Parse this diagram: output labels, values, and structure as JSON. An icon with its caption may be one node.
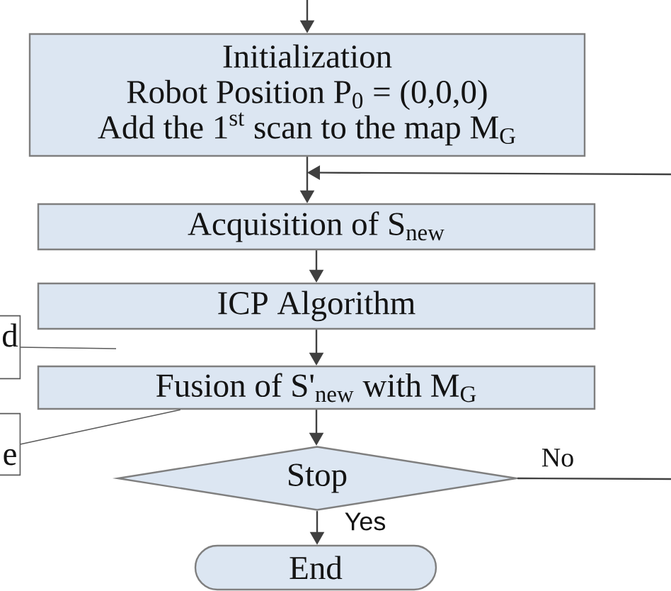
{
  "diagram": {
    "nodes": [
      {
        "text": [
          "Initialization",
          "Robot Position P$_{0}$ = (0,0,0)",
          "Add the 1$^{st}$ scan to the map M$_{G}$"
        ]
      },
      {
        "text": [
          "Acquisition of S$_{new}$"
        ]
      },
      {
        "text": [
          "ICP Algorithm"
        ]
      },
      {
        "text": [
          "d"
        ]
      },
      {
        "text": [
          "Fusion of S'$_{new}$ with M$_{G}$"
        ]
      },
      {
        "text": [
          "e"
        ]
      },
      {
        "text": [
          "Stop"
        ]
      },
      {
        "text": [
          "End"
        ]
      }
    ],
    "edges": [
      {
        "from": null,
        "to": 0,
        "arrow": "to"
      },
      {
        "from": 0,
        "to": 1,
        "arrow": "to"
      },
      {
        "from": null,
        "to": 1,
        "arrow": "to"
      },
      {
        "from": 1,
        "to": 2,
        "arrow": "to"
      },
      {
        "from": 2,
        "to": 4,
        "arrow": "to"
      },
      {
        "from": 4,
        "to": 6,
        "arrow": "to"
      },
      {
        "from": 6,
        "to": 7,
        "arrow": "to",
        "label": "Yes"
      },
      {
        "from": 6,
        "to": null,
        "arrow": "none",
        "label": "No"
      },
      {
        "from": 3,
        "to": null,
        "arrow": "none"
      },
      {
        "from": 5,
        "to": 4,
        "arrow": "none"
      }
    ]
  }
}
